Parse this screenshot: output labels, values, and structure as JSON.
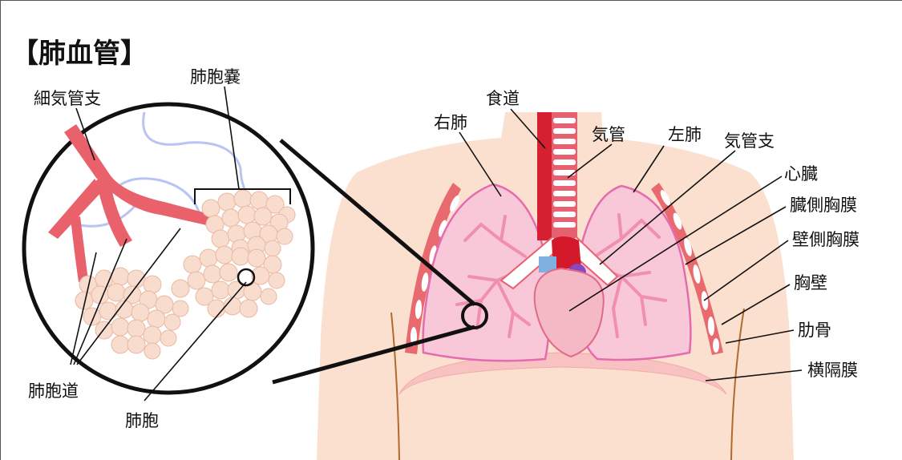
{
  "title": "【肺血管】",
  "labels": {
    "saikikanshi": "細気管支",
    "haihounou": "肺胞嚢",
    "haihoudou": "肺胞道",
    "haihou": "肺胞",
    "shokudou": "食道",
    "uhai": "右肺",
    "kikan": "気管",
    "sahai": "左肺",
    "kikanshi": "気管支",
    "shinzou": "心臓",
    "zousokukyoumaku": "臓側胸膜",
    "hekisokukyoumaku": "壁側胸膜",
    "kyouheki": "胸壁",
    "rokkotsu": "肋骨",
    "oukakumaku": "横隔膜"
  }
}
